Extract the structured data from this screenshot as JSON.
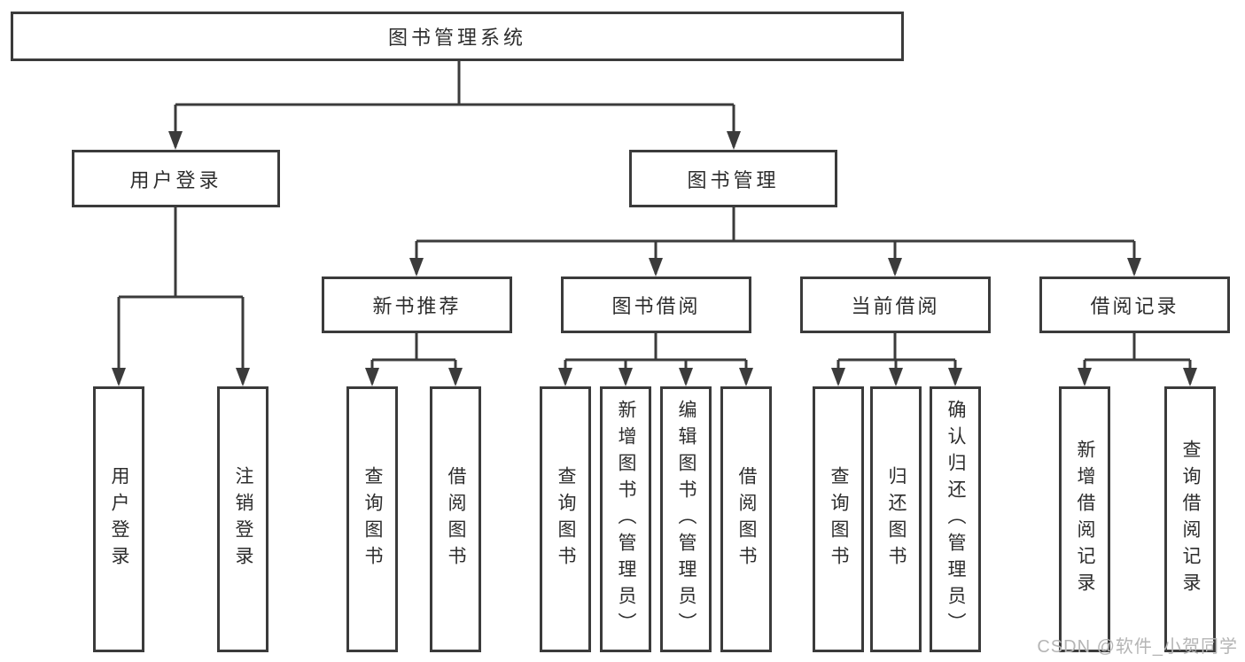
{
  "colors": {
    "line": "#3b3b3b",
    "text": "#2d2d2d",
    "background": "#ffffff",
    "watermark": "#b5b5b5"
  },
  "watermark": "CSDN @软件_小贺同学",
  "tree": {
    "root": "图书管理系统",
    "branches": [
      {
        "label": "用户登录",
        "children": [
          "用户登录",
          "注销登录"
        ]
      },
      {
        "label": "图书管理",
        "sections": [
          {
            "label": "新书推荐",
            "children": [
              "查询图书",
              "借阅图书"
            ]
          },
          {
            "label": "图书借阅",
            "children": [
              "查询图书",
              "新增图书（管理员）",
              "编辑图书（管理员）",
              "借阅图书"
            ]
          },
          {
            "label": "当前借阅",
            "children": [
              "查询图书",
              "归还图书",
              "确认归还（管理员）"
            ]
          },
          {
            "label": "借阅记录",
            "children": [
              "新增借阅记录",
              "查询借阅记录"
            ]
          }
        ]
      }
    ]
  }
}
